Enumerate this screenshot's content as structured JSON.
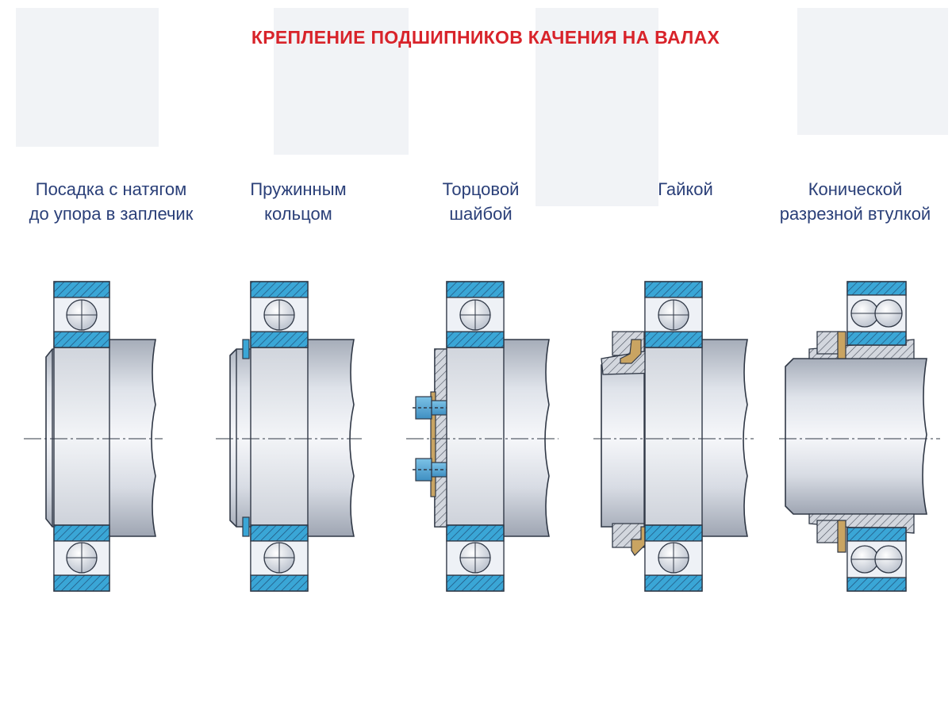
{
  "title": "КРЕПЛЕНИЕ ПОДШИПНИКОВ КАЧЕНИЯ НА ВАЛАХ",
  "methods": [
    {
      "line1": "Посадка с натягом",
      "line2": "до упора в заплечик"
    },
    {
      "line1": "Пружинным",
      "line2": "кольцом"
    },
    {
      "line1": "Торцовой",
      "line2": "шайбой"
    },
    {
      "line1": "Гайкой",
      "line2": ""
    },
    {
      "line1": "Конической",
      "line2": "разрезной втулкой"
    }
  ],
  "colors": {
    "title": "#d8232a",
    "labels": "#2a3f78",
    "bearing_section": "#3aa6d6",
    "shaft": "#c9ced8",
    "washer": "#c9a462"
  }
}
